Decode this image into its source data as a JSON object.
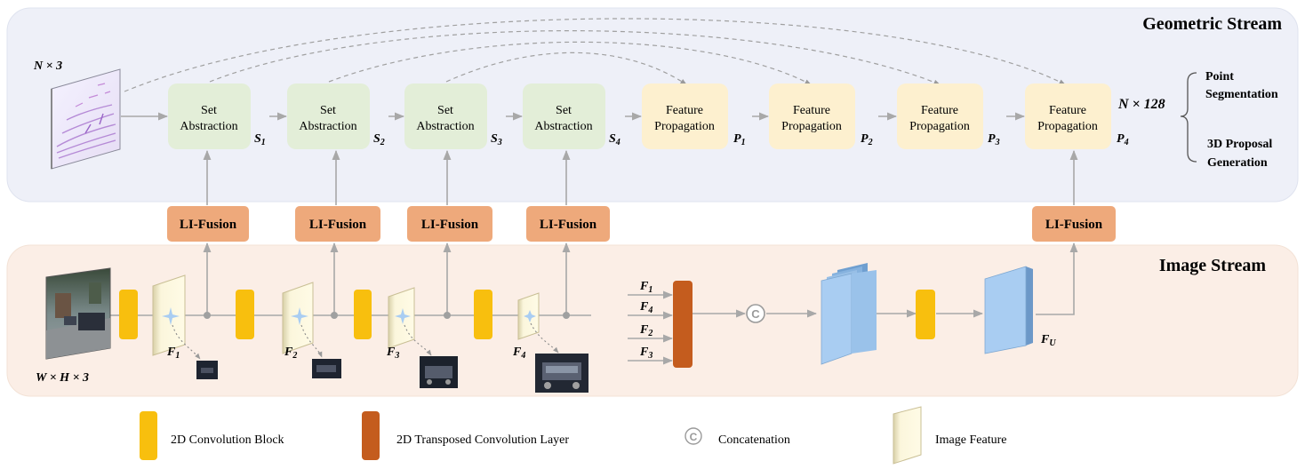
{
  "streams": {
    "geometric_title": "Geometric Stream",
    "image_title": "Image Stream"
  },
  "inputs": {
    "points_dim": "N × 3",
    "image_dim": "W × H × 3",
    "output_dim": "N × 128"
  },
  "set_abstraction": [
    {
      "l1": "Set",
      "l2": "Abstraction",
      "sub": "S",
      "idx": "1"
    },
    {
      "l1": "Set",
      "l2": "Abstraction",
      "sub": "S",
      "idx": "2"
    },
    {
      "l1": "Set",
      "l2": "Abstraction",
      "sub": "S",
      "idx": "3"
    },
    {
      "l1": "Set",
      "l2": "Abstraction",
      "sub": "S",
      "idx": "4"
    }
  ],
  "feature_propagation": [
    {
      "l1": "Feature",
      "l2": "Propagation",
      "sub": "P",
      "idx": "1"
    },
    {
      "l1": "Feature",
      "l2": "Propagation",
      "sub": "P",
      "idx": "2"
    },
    {
      "l1": "Feature",
      "l2": "Propagation",
      "sub": "P",
      "idx": "3"
    },
    {
      "l1": "Feature",
      "l2": "Propagation",
      "sub": "P",
      "idx": "4"
    }
  ],
  "fusion_label": "LI-Fusion",
  "outputs": {
    "seg_l1": "Point",
    "seg_l2": "Segmentation",
    "prop_l1": "3D  Proposal",
    "prop_l2": "Generation"
  },
  "image_features": [
    {
      "sub": "F",
      "idx": "1"
    },
    {
      "sub": "F",
      "idx": "2"
    },
    {
      "sub": "F",
      "idx": "3"
    },
    {
      "sub": "F",
      "idx": "4"
    }
  ],
  "transposed_inputs": [
    {
      "sub": "F",
      "idx": "1"
    },
    {
      "sub": "F",
      "idx": "4"
    },
    {
      "sub": "F",
      "idx": "2"
    },
    {
      "sub": "F",
      "idx": "3"
    }
  ],
  "concat_symbol": "C",
  "fused_feature": {
    "sub": "F",
    "idx": "U"
  },
  "legend": {
    "conv_block": "2D Convolution Block",
    "transposed_conv": "2D Transposed Convolution Layer",
    "concatenation": "Concatenation",
    "image_feature": "Image Feature"
  },
  "colors": {
    "geometric_bg": "#eef0f8",
    "image_bg": "#fbeee6",
    "set_abstraction": "#e3eed8",
    "feature_propagation": "#fdf0cf",
    "li_fusion": "#eea97b",
    "conv_block": "#f8bf0e",
    "transposed_conv": "#c45c1e",
    "feature_cube": "#a9cdf2",
    "arrow": "#a8a8a8"
  }
}
